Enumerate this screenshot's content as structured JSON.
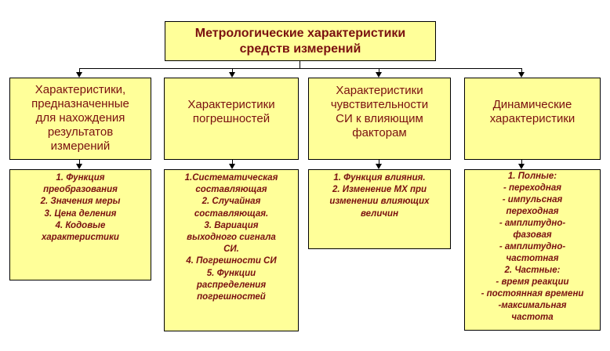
{
  "root": {
    "lines": [
      "Метрологические характеристики",
      "средств измерений"
    ]
  },
  "categories": [
    {
      "lines": [
        "Характеристики,",
        "предназначенные",
        "для нахождения",
        "результатов",
        "измерений"
      ]
    },
    {
      "lines": [
        "Характеристики",
        "погрешностей"
      ]
    },
    {
      "lines": [
        "Характеристики",
        "чувствительности",
        "СИ к влияющим",
        "факторам"
      ]
    },
    {
      "lines": [
        "Динамические",
        "характеристики"
      ]
    }
  ],
  "details": [
    {
      "lines": [
        "1. Функция",
        "преобразования",
        "2. Значения меры",
        "3. Цена деления",
        "4. Кодовые",
        "характеристики"
      ]
    },
    {
      "lines": [
        "1.Систематическая",
        "составляющая",
        "2. Случайная",
        "составляющая.",
        "3. Вариация",
        "выходного сигнала",
        "СИ.",
        "4. Погрешности СИ",
        "5. Функции",
        "распределения",
        "погрешностей"
      ]
    },
    {
      "lines": [
        "1. Функция влияния.",
        "2. Изменение МХ при",
        "изменении влияющих",
        "величин"
      ]
    },
    {
      "lines": [
        "1. Полные:",
        "- переходная",
        "- импульсная",
        "переходная",
        "- амплитудно-",
        "фазовая",
        "- амплитудно-",
        "частотная",
        "2. Частные:",
        "- время реакции",
        "- постоянная времени",
        "-максимальная",
        "частота"
      ]
    }
  ],
  "colors": {
    "box_fill": "#ffff99",
    "text": "#7a1010",
    "lines": "#000000"
  }
}
